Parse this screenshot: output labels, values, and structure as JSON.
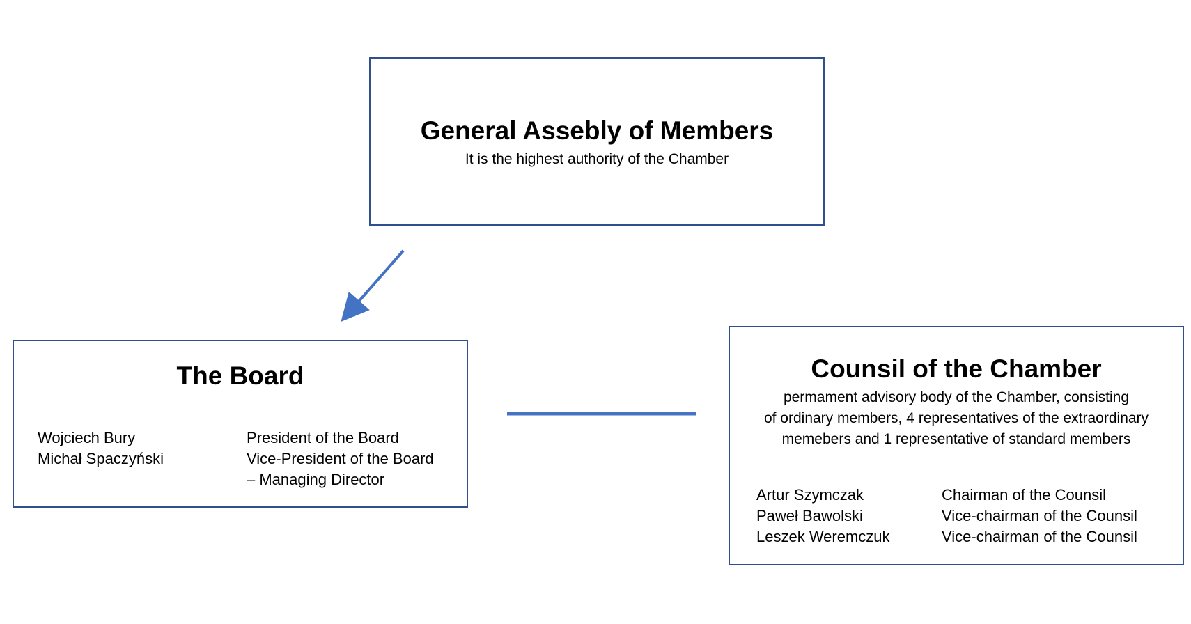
{
  "assembly": {
    "title": "General Assebly of Members",
    "subtitle": "It is the highest authority of the Chamber"
  },
  "board": {
    "title": "The Board",
    "members": [
      {
        "name": "Wojciech Bury",
        "role": "President of the Board"
      },
      {
        "name": "Michał Spaczyński",
        "role": "Vice-President of the Board"
      }
    ],
    "role_continuation": " – Managing Director"
  },
  "counsil": {
    "title": "Counsil of the Chamber",
    "description": [
      "permament advisory body of the Chamber, consisting",
      "of ordinary members, 4 representatives of the extraordinary",
      "memebers and 1 representative of standard members"
    ],
    "members": [
      {
        "name": "Artur Szymczak",
        "role": "Chairman of the Counsil"
      },
      {
        "name": "Paweł Bawolski",
        "role": "Vice-chairman of the Counsil"
      },
      {
        "name": "Leszek Weremczuk",
        "role": "Vice-chairman of the Counsil"
      }
    ]
  },
  "colors": {
    "box_border": "#2f4f8f",
    "connector": "#4472c4"
  }
}
